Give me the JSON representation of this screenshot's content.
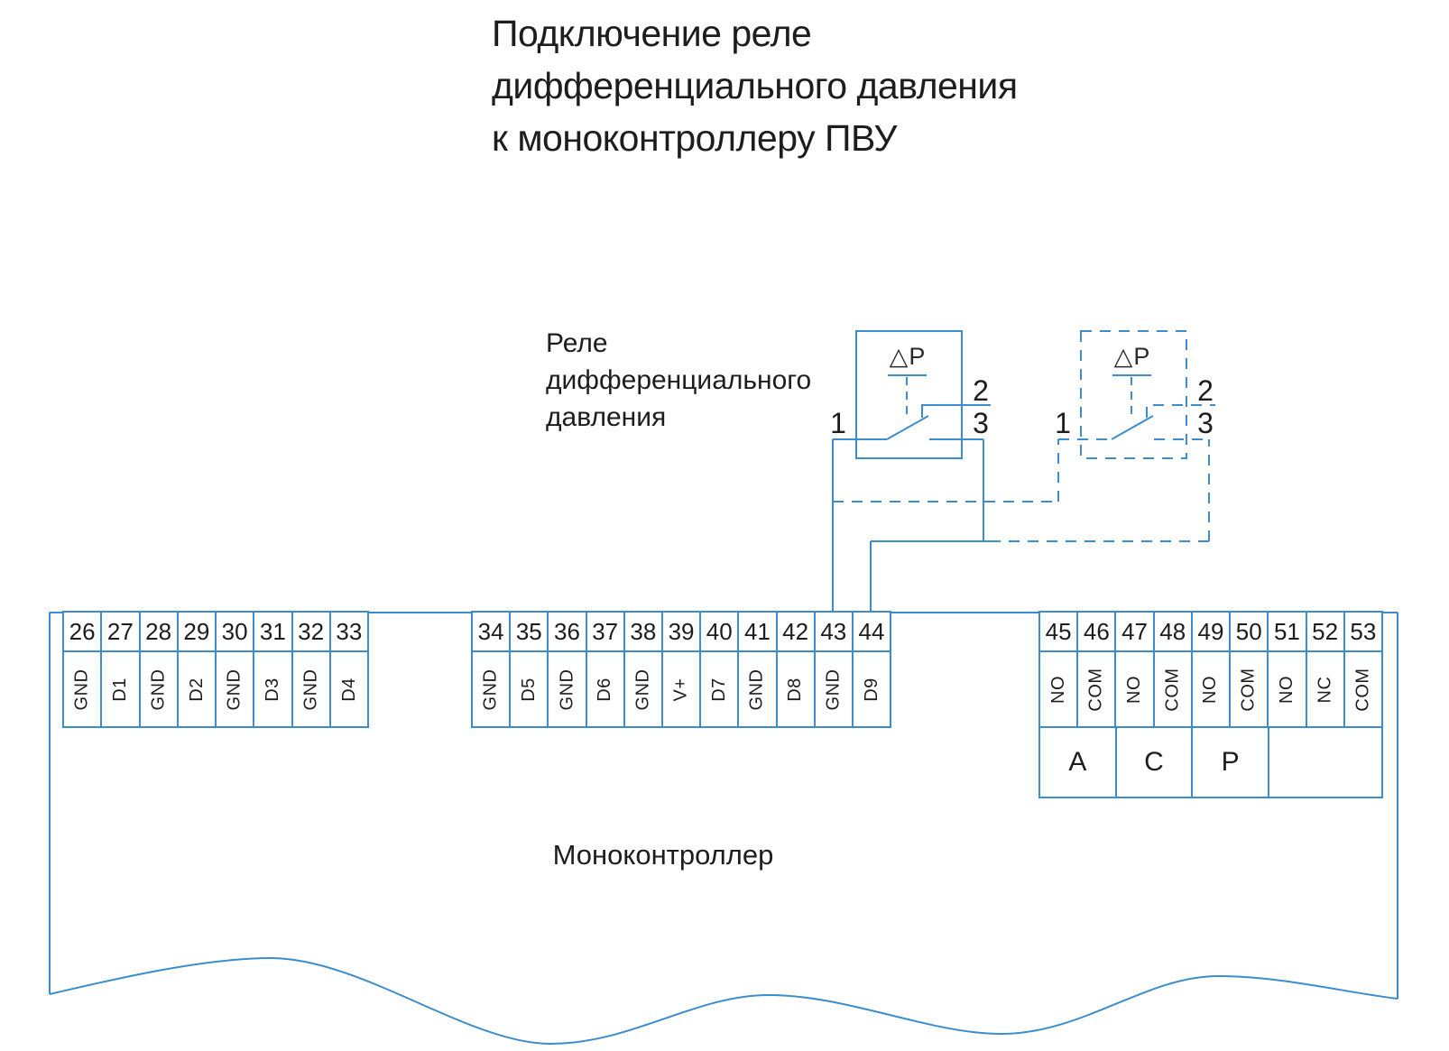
{
  "title": {
    "lines": [
      "Подключение реле",
      "дифференциального давления",
      "к моноконтроллеру ПВУ"
    ]
  },
  "relay_caption": {
    "lines": [
      "Реле",
      "дифференциального",
      "давления"
    ]
  },
  "controller_label": "Моноконтроллер",
  "colors": {
    "line_blue": "#3c8dcd",
    "text": "#1d1d1d"
  },
  "relays": [
    {
      "id": "relay-1",
      "style": "solid",
      "symbol": "△P",
      "pins": {
        "p1": "1",
        "p2": "2",
        "p3": "3"
      }
    },
    {
      "id": "relay-2",
      "style": "dashed",
      "symbol": "△P",
      "pins": {
        "p1": "1",
        "p2": "2",
        "p3": "3"
      }
    }
  ],
  "connections": [
    {
      "from": "relay-1 pin 1",
      "to": "terminal 43 (GND)",
      "style": "solid"
    },
    {
      "from": "relay-1 pin 3",
      "to": "terminal 44 (D9)",
      "style": "solid"
    },
    {
      "from": "relay-2 pin 1",
      "to": "terminal 43 (GND)",
      "style": "dashed"
    },
    {
      "from": "relay-2 pin 3",
      "to": "terminal 44 (D9)",
      "style": "dashed"
    }
  ],
  "terminal_blocks": {
    "left": {
      "cells": [
        {
          "num": "26",
          "label": "GND"
        },
        {
          "num": "27",
          "label": "D1"
        },
        {
          "num": "28",
          "label": "GND"
        },
        {
          "num": "29",
          "label": "D2"
        },
        {
          "num": "30",
          "label": "GND"
        },
        {
          "num": "31",
          "label": "D3"
        },
        {
          "num": "32",
          "label": "GND"
        },
        {
          "num": "33",
          "label": "D4"
        }
      ]
    },
    "middle": {
      "cells": [
        {
          "num": "34",
          "label": "GND"
        },
        {
          "num": "35",
          "label": "D5"
        },
        {
          "num": "36",
          "label": "GND"
        },
        {
          "num": "37",
          "label": "D6"
        },
        {
          "num": "38",
          "label": "GND"
        },
        {
          "num": "39",
          "label": "V+"
        },
        {
          "num": "40",
          "label": "D7"
        },
        {
          "num": "41",
          "label": "GND"
        },
        {
          "num": "42",
          "label": "D8"
        },
        {
          "num": "43",
          "label": "GND"
        },
        {
          "num": "44",
          "label": "D9"
        }
      ]
    },
    "right": {
      "cells": [
        {
          "num": "45",
          "label": "NO"
        },
        {
          "num": "46",
          "label": "COM"
        },
        {
          "num": "47",
          "label": "NO"
        },
        {
          "num": "48",
          "label": "COM"
        },
        {
          "num": "49",
          "label": "NO"
        },
        {
          "num": "50",
          "label": "COM"
        },
        {
          "num": "51",
          "label": "NO"
        },
        {
          "num": "52",
          "label": "NC"
        },
        {
          "num": "53",
          "label": "COM"
        }
      ],
      "groups": [
        {
          "label": "A",
          "span": 2
        },
        {
          "label": "C",
          "span": 2
        },
        {
          "label": "P",
          "span": 2
        },
        {
          "label": "",
          "span": 3
        }
      ]
    }
  }
}
